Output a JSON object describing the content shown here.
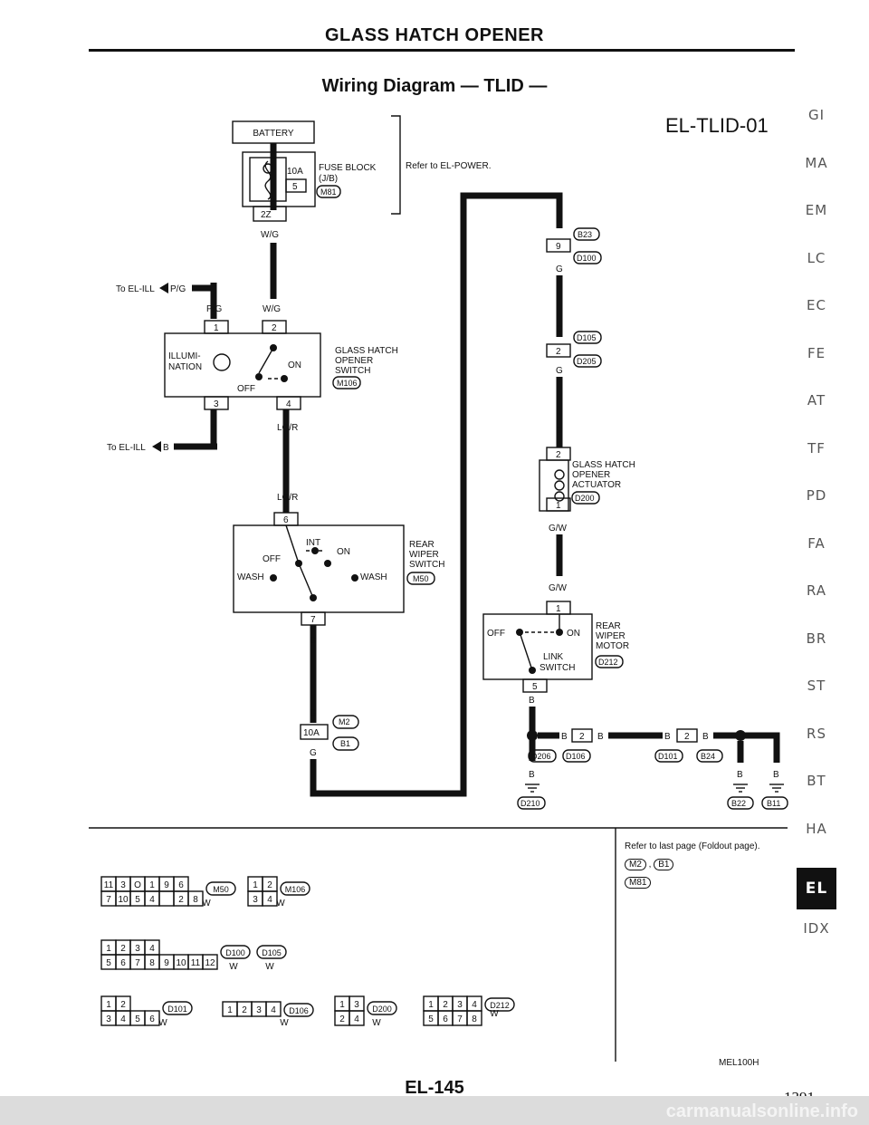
{
  "header": {
    "title": "GLASS HATCH OPENER",
    "subtitle": "Wiring Diagram — TLID —",
    "diagram_id": "EL-TLID-01"
  },
  "side_tabs": [
    {
      "label": "GI"
    },
    {
      "label": "MA"
    },
    {
      "label": "EM"
    },
    {
      "label": "LC"
    },
    {
      "label": "EC"
    },
    {
      "label": "FE"
    },
    {
      "label": "AT"
    },
    {
      "label": "TF"
    },
    {
      "label": "PD"
    },
    {
      "label": "FA"
    },
    {
      "label": "RA"
    },
    {
      "label": "BR"
    },
    {
      "label": "ST"
    },
    {
      "label": "RS"
    },
    {
      "label": "BT"
    },
    {
      "label": "HA"
    },
    {
      "label": "EL",
      "active": true
    },
    {
      "label": "IDX"
    }
  ],
  "left_circuit": {
    "battery": "BATTERY",
    "fuse_amp": "10A",
    "fuse_no": "5",
    "fuse_block": "FUSE BLOCK",
    "fuse_block_sub": "(J/B)",
    "fuse_conn": "M81",
    "refer_power": "Refer to EL-POWER.",
    "term_2z": "2Z",
    "wire_wg": "W/G",
    "to_ell_top": "To EL-ILL",
    "wire_pg": "P/G",
    "pin1": "1",
    "pin2": "2",
    "pin3": "3",
    "pin4": "4",
    "illumination": "ILLUMI-",
    "illumination2": "NATION",
    "switch_name": [
      "GLASS HATCH",
      "OPENER",
      "SWITCH"
    ],
    "switch_conn": "M106",
    "on": "ON",
    "off": "OFF",
    "wire_b": "B",
    "wire_lgr": "LG/R",
    "to_ell_bottom": "To EL-ILL",
    "rw_pin6": "6",
    "rw_int": "INT",
    "rw_on": "ON",
    "rw_off": "OFF",
    "rw_wash": "WASH",
    "rw_name": [
      "REAR",
      "WIPER",
      "SWITCH"
    ],
    "rw_conn": "M50",
    "rw_pin7": "7",
    "wire_g": "G",
    "jc_10a": "10A",
    "jc_m2": "M2",
    "jc_b1": "B1"
  },
  "right_circuit": {
    "wire_g": "G",
    "b23": "B23",
    "pin9": "9",
    "d100": "D100",
    "d105": "D105",
    "pin2": "2",
    "d205": "D205",
    "act_pin2": "2",
    "actuator_name": [
      "GLASS HATCH",
      "OPENER",
      "ACTUATOR"
    ],
    "act_pin1": "1",
    "d200": "D200",
    "wire_gw": "G/W",
    "motor_pin1": "1",
    "off": "OFF",
    "on": "ON",
    "link": "LINK",
    "switch": "SWITCH",
    "motor_name": [
      "REAR",
      "WIPER",
      "MOTOR"
    ],
    "d212": "D212",
    "motor_pin5": "5",
    "wire_b": "B",
    "c2": "2",
    "d206": "D206",
    "d106": "D106",
    "d101": "D101",
    "b24": "B24",
    "d210": "D210",
    "b22": "B22",
    "b11": "B11"
  },
  "connectors": {
    "m50": {
      "label": "M50",
      "color": "W",
      "row1": [
        "11",
        "3",
        "O",
        "1",
        "9",
        "6"
      ],
      "row2": [
        "7",
        "10",
        "5",
        "4",
        "",
        "2",
        "8"
      ]
    },
    "m106": {
      "label": "M106",
      "color": "W",
      "row1": [
        "1",
        "2"
      ],
      "row2": [
        "3",
        "4"
      ]
    },
    "d100_105": {
      "label1": "D100",
      "label2": "D105",
      "color": "W",
      "row1": [
        "1",
        "2",
        "3",
        "4"
      ],
      "row2": [
        "5",
        "6",
        "7",
        "8",
        "9",
        "10",
        "11",
        "12"
      ]
    },
    "d101": {
      "label": "D101",
      "color": "W",
      "row1": [
        "1",
        "2"
      ],
      "row2": [
        "3",
        "4",
        "5",
        "6"
      ]
    },
    "d106": {
      "label": "D106",
      "color": "W",
      "row1": [
        "1",
        "2",
        "3",
        "4"
      ]
    },
    "d200": {
      "label": "D200",
      "color": "W",
      "row1": [
        "1",
        "3"
      ],
      "row2": [
        "2",
        "4"
      ]
    },
    "d212": {
      "label": "D212",
      "color": "W",
      "row1": [
        "1",
        "2",
        "3",
        "4"
      ],
      "row2": [
        "5",
        "6",
        "7",
        "8"
      ]
    }
  },
  "refer_note": {
    "text": "Refer to last page (Foldout page).",
    "c1": "M2",
    "c2": "B1",
    "c3": "M81"
  },
  "footer": {
    "code": "MEL100H",
    "page": "EL-145",
    "sheet": "1391",
    "watermark": "carmanualsonline.info"
  }
}
